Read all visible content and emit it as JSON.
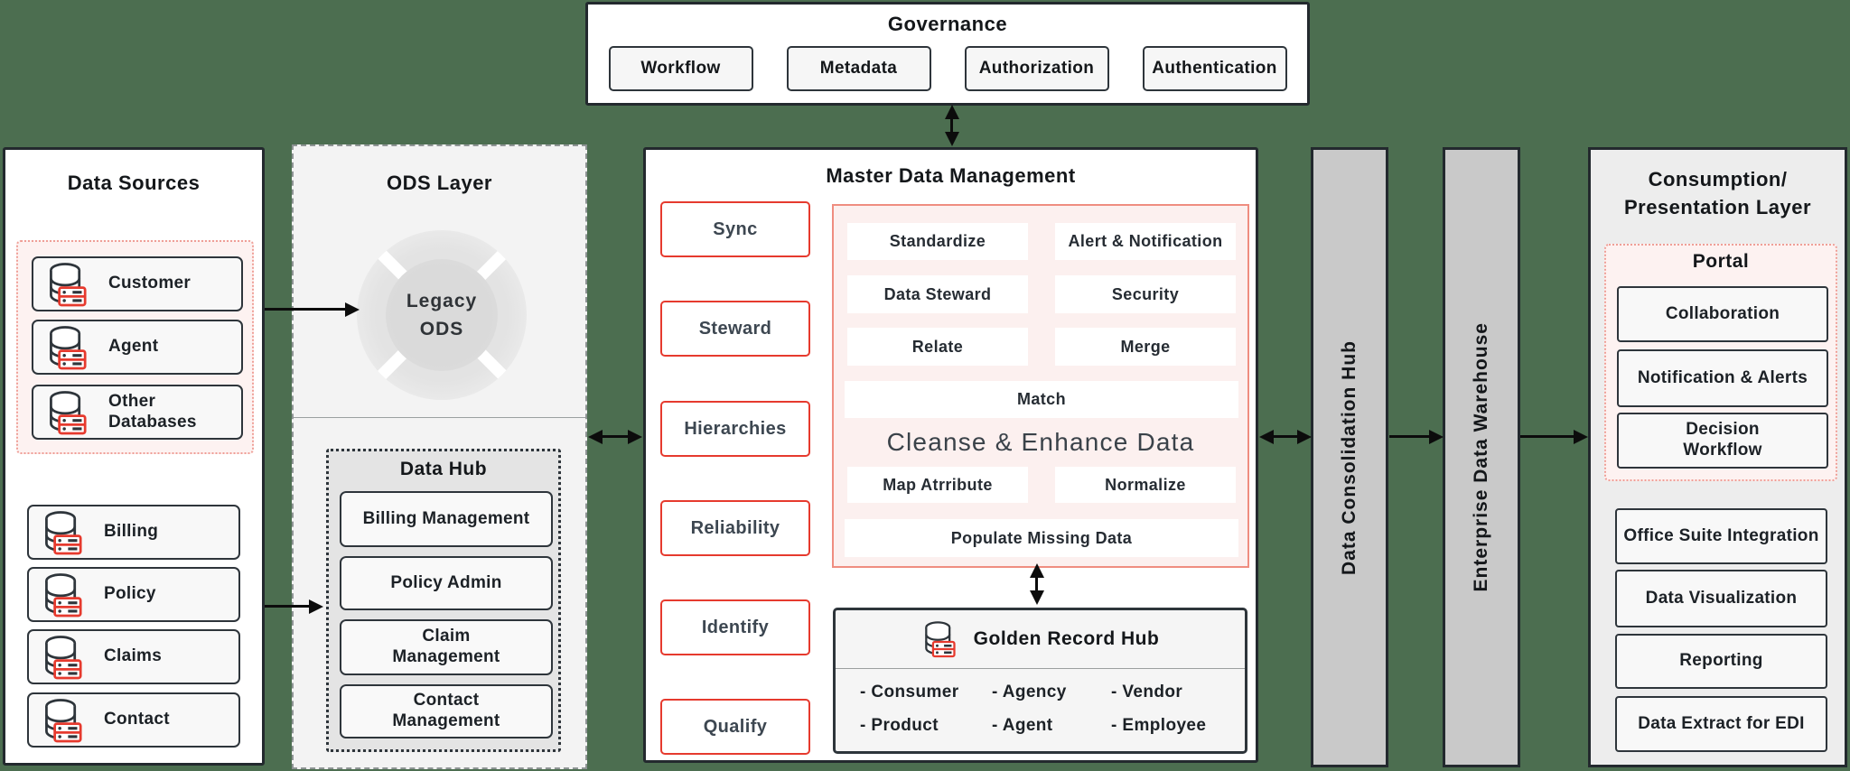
{
  "colors": {
    "background": "#4c6e50",
    "accent_red": "#e63a2e",
    "pink_fill": "#fcf0ef",
    "pink_dotted_border": "#ef9f97",
    "salmon_border": "#ef8d80",
    "bar_fill": "#c9c9c9",
    "dark_border": "#23292e"
  },
  "governance": {
    "title": "Governance",
    "items": [
      "Workflow",
      "Metadata",
      "Authorization",
      "Authentication"
    ]
  },
  "data_sources": {
    "title": "Data Sources",
    "master_group": [
      "Customer",
      "Agent",
      "Other\nDatabases"
    ],
    "transaction_sources": [
      "Billing",
      "Policy",
      "Claims",
      "Contact"
    ]
  },
  "ods": {
    "title": "ODS Layer",
    "legacy_label": "Legacy\nODS",
    "data_hub": {
      "title": "Data Hub",
      "items": [
        "Billing Management",
        "Policy Admin",
        "Claim\nManagement",
        "Contact\nManagement"
      ]
    }
  },
  "mdm": {
    "title": "Master Data Management",
    "functions": [
      "Sync",
      "Steward",
      "Hierarchies",
      "Reliability",
      "Identify",
      "Qualify"
    ],
    "chips": [
      "Standardize",
      "Alert & Notification",
      "Data Steward",
      "Security",
      "Relate",
      "Merge",
      "Match",
      "Map Atrribute",
      "Normalize",
      "Populate Missing Data"
    ],
    "cleanse_label": "Cleanse & Enhance Data",
    "golden_record_hub": {
      "title": "Golden Record Hub",
      "entities": [
        "- Consumer",
        "- Agency",
        "- Vendor",
        "- Product",
        "- Agent",
        "- Employee"
      ]
    }
  },
  "pipeline": {
    "consolidation_hub": "Data Consolidation Hub",
    "warehouse": "Enterprise Data Warehouse"
  },
  "consumption": {
    "title": "Consumption/\nPresentation Layer",
    "portal": {
      "title": "Portal",
      "items": [
        "Collaboration",
        "Notification & Alerts",
        "Decision\nWorkflow"
      ]
    },
    "items": [
      "Office Suite Integration",
      "Data Visualization",
      "Reporting",
      "Data Extract for EDI"
    ]
  }
}
